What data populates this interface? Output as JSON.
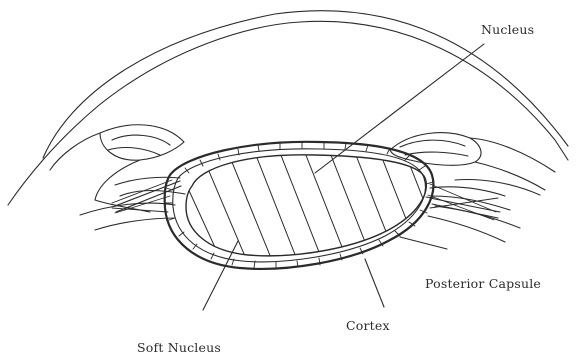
{
  "diagram": {
    "labels": {
      "nucleus": "Nucleus",
      "posterior_capsule": "Posterior Capsule",
      "cortex": "Cortex",
      "soft_nucleus": "Soft Nucleus"
    },
    "colors": {
      "ink": "#2b2b2b",
      "paper": "#ffffff"
    }
  }
}
